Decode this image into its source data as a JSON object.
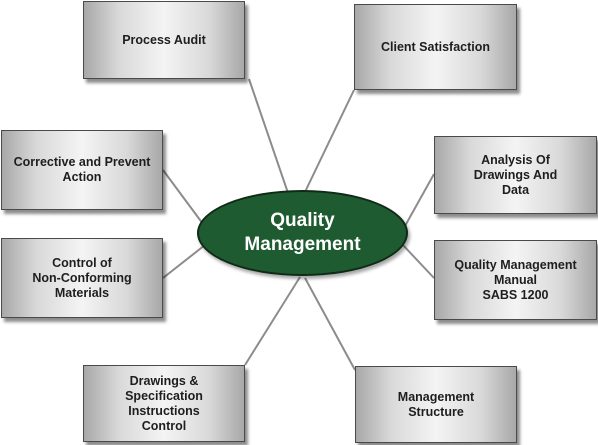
{
  "hub": {
    "label": "Quality\nManagement"
  },
  "nodes": {
    "process_audit": "Process Audit",
    "client_satisfaction": "Client Satisfaction",
    "corrective_action": "Corrective and Prevent\nAction",
    "analysis_drawings": "Analysis Of\nDrawings And\nData",
    "control_nonconforming": "Control of\nNon-Conforming\nMaterials",
    "quality_manual": "Quality Management\nManual\nSABS 1200",
    "drawings_specification": "Drawings &\nSpecification\nInstructions\nControl",
    "management_structure": "Management\nStructure"
  },
  "colors": {
    "hub_fill": "#1f5b30",
    "connector": "#8c8c8c",
    "node_border": "#4a4a4a"
  }
}
